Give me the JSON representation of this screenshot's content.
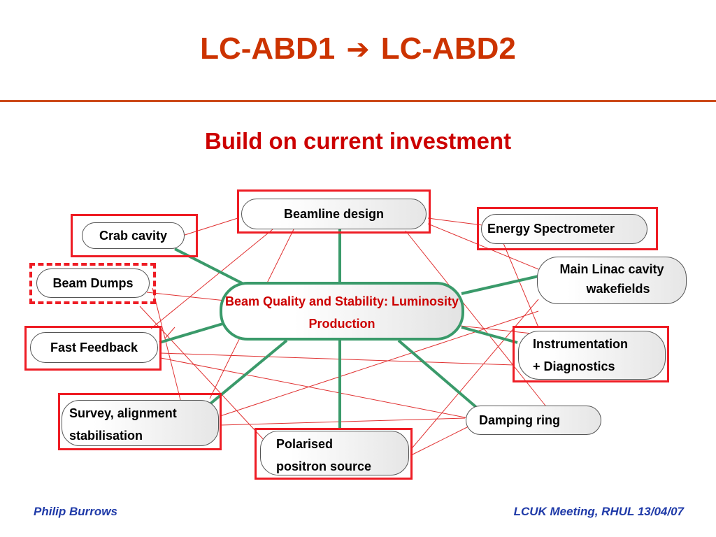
{
  "header": {
    "title_left": "LC-ABD1",
    "title_arrow": "➔",
    "title_right": "LC-ABD2",
    "subtitle": "Build on current investment"
  },
  "diagram": {
    "center": {
      "line1": "Beam Quality and Stability:",
      "line2": "Luminosity Production"
    },
    "nodes": {
      "beamline_design": "Beamline design",
      "crab_cavity": "Crab cavity",
      "beam_dumps": "Beam Dumps",
      "fast_feedback": "Fast Feedback",
      "survey_line1": "Survey, alignment",
      "survey_line2": "stabilisation",
      "polarised_line1": "Polarised",
      "polarised_line2": "positron source",
      "energy_spectrometer": "Energy Spectrometer",
      "main_linac_line1": "Main Linac cavity",
      "main_linac_line2": "wakefields",
      "instrumentation_line1": "Instrumentation",
      "instrumentation_line2": "+ Diagnostics",
      "damping_ring": "Damping ring"
    },
    "colors": {
      "highlight": "#ee1c24",
      "green_link": "#3a9a6a",
      "red_link": "#e03030",
      "title": "#cc3300",
      "subtitle": "#cc0000",
      "footer": "#1f3aa8"
    }
  },
  "footer": {
    "left": "Philip Burrows",
    "right": "LCUK Meeting, RHUL 13/04/07"
  }
}
